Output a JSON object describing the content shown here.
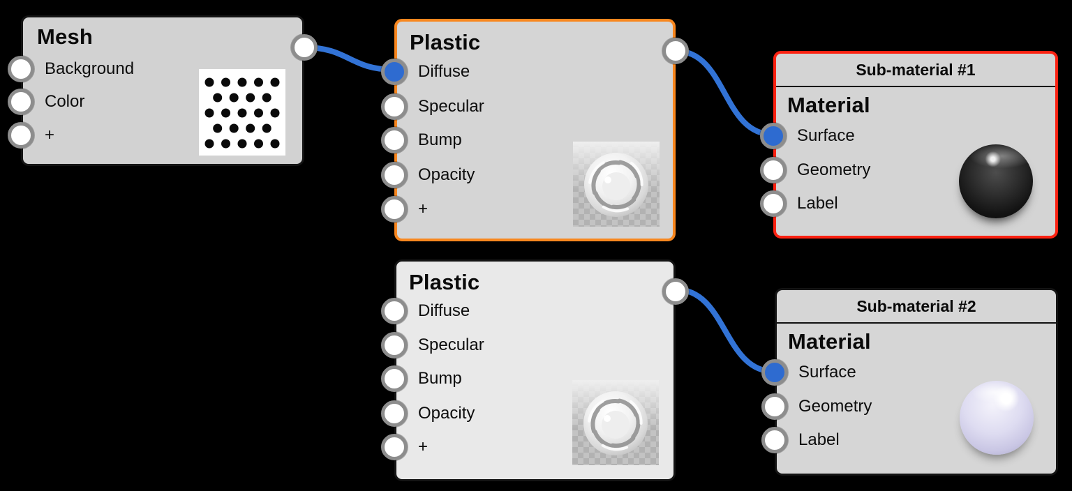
{
  "canvas": {
    "background_color": "#000000",
    "wire_color": "#3273d6",
    "port_connected_color": "#2e6bd0",
    "selected_border_color": "#f8871f",
    "highlight_border_color": "#fb2212"
  },
  "nodes": {
    "mesh": {
      "title": "Mesh",
      "inputs": [
        {
          "label": "Background",
          "connected": false
        },
        {
          "label": "Color",
          "connected": false
        },
        {
          "label": "+",
          "connected": false
        }
      ],
      "output_connected": true,
      "thumbnail": "halftone-dot-pattern"
    },
    "plastic_top": {
      "title": "Plastic",
      "selected": true,
      "inputs": [
        {
          "label": "Diffuse",
          "connected": true
        },
        {
          "label": "Specular",
          "connected": false
        },
        {
          "label": "Bump",
          "connected": false
        },
        {
          "label": "Opacity",
          "connected": false
        },
        {
          "label": "+",
          "connected": false
        }
      ],
      "output_connected": true,
      "thumbnail": "white-plastic-shader-ball"
    },
    "submaterial_1": {
      "header": "Sub-material #1",
      "title": "Material",
      "highlighted": true,
      "inputs": [
        {
          "label": "Surface",
          "connected": true
        },
        {
          "label": "Geometry",
          "connected": false
        },
        {
          "label": "Label",
          "connected": false
        }
      ],
      "thumbnail": "black-glossy-sphere"
    },
    "plastic_bottom": {
      "title": "Plastic",
      "selected": false,
      "inputs": [
        {
          "label": "Diffuse",
          "connected": false
        },
        {
          "label": "Specular",
          "connected": false
        },
        {
          "label": "Bump",
          "connected": false
        },
        {
          "label": "Opacity",
          "connected": false
        },
        {
          "label": "+",
          "connected": false
        }
      ],
      "output_connected": true,
      "thumbnail": "white-plastic-shader-ball"
    },
    "submaterial_2": {
      "header": "Sub-material #2",
      "title": "Material",
      "highlighted": false,
      "inputs": [
        {
          "label": "Surface",
          "connected": true
        },
        {
          "label": "Geometry",
          "connected": false
        },
        {
          "label": "Label",
          "connected": false
        }
      ],
      "thumbnail": "lavender-glossy-sphere"
    }
  },
  "connections": [
    {
      "from": "Mesh.output",
      "to": "Plastic(top).Diffuse"
    },
    {
      "from": "Plastic(top).output",
      "to": "Sub-material #1.Surface"
    },
    {
      "from": "Plastic(bottom).output",
      "to": "Sub-material #2.Surface"
    }
  ]
}
